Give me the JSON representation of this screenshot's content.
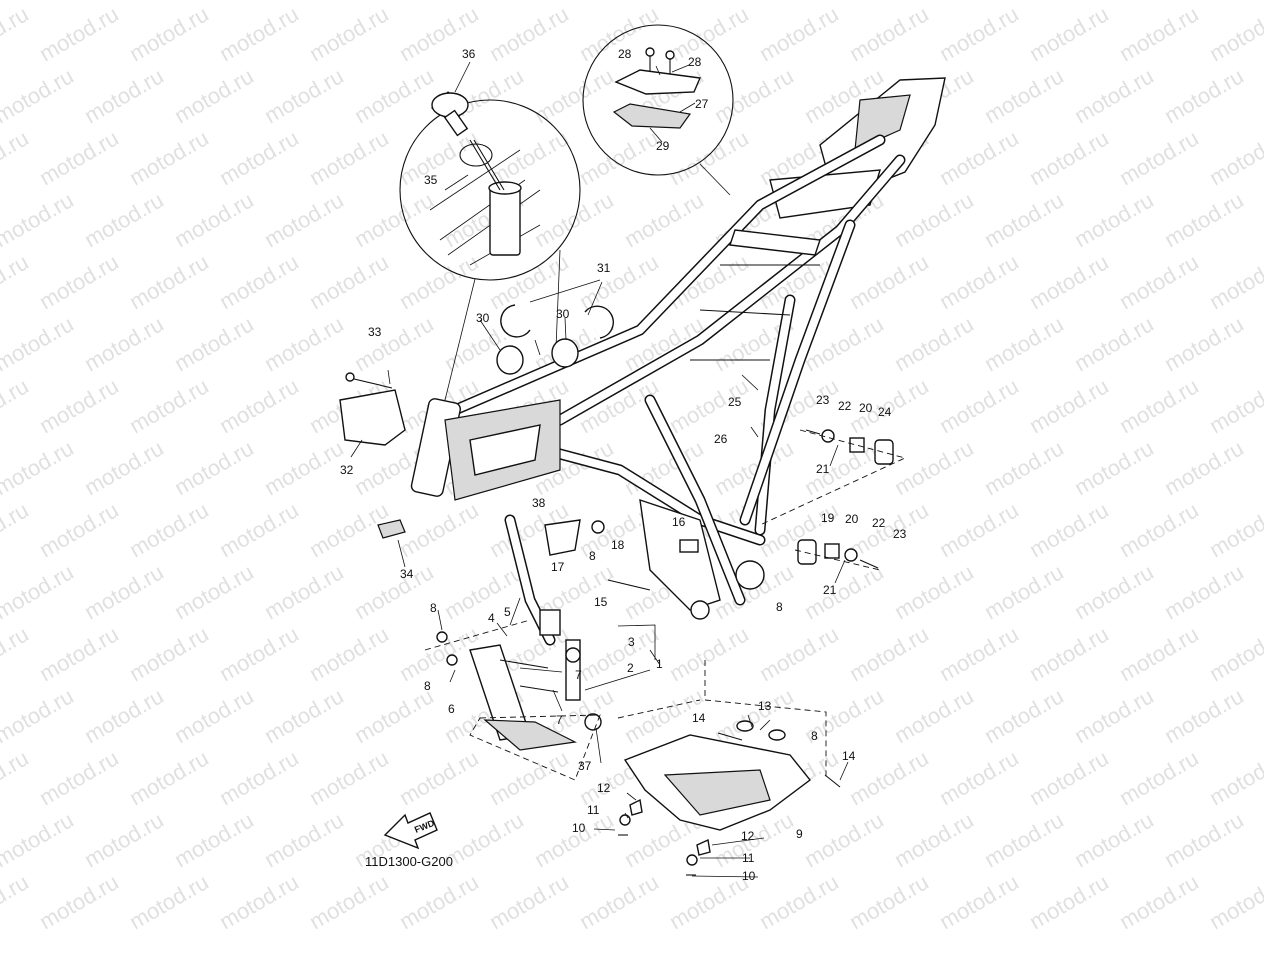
{
  "watermark": {
    "text": "motod.ru"
  },
  "diagram": {
    "code": "11D1300-G200",
    "fwd_label": "FWD",
    "callouts": [
      {
        "id": "c36",
        "text": "36"
      },
      {
        "id": "c35",
        "text": "35"
      },
      {
        "id": "c28a",
        "text": "28"
      },
      {
        "id": "c28b",
        "text": "28"
      },
      {
        "id": "c27",
        "text": "27"
      },
      {
        "id": "c29",
        "text": "29"
      },
      {
        "id": "c31",
        "text": "31"
      },
      {
        "id": "c30a",
        "text": "30"
      },
      {
        "id": "c30b",
        "text": "30"
      },
      {
        "id": "c33",
        "text": "33"
      },
      {
        "id": "c32",
        "text": "32"
      },
      {
        "id": "c38",
        "text": "38"
      },
      {
        "id": "c34",
        "text": "34"
      },
      {
        "id": "c25",
        "text": "25"
      },
      {
        "id": "c26",
        "text": "26"
      },
      {
        "id": "c23a",
        "text": "23"
      },
      {
        "id": "c22a",
        "text": "22"
      },
      {
        "id": "c20a",
        "text": "20"
      },
      {
        "id": "c24",
        "text": "24"
      },
      {
        "id": "c21a",
        "text": "21"
      },
      {
        "id": "c19",
        "text": "19"
      },
      {
        "id": "c20b",
        "text": "20"
      },
      {
        "id": "c22b",
        "text": "22"
      },
      {
        "id": "c23b",
        "text": "23"
      },
      {
        "id": "c21b",
        "text": "21"
      },
      {
        "id": "c16",
        "text": "16"
      },
      {
        "id": "c17",
        "text": "17"
      },
      {
        "id": "c18",
        "text": "18"
      },
      {
        "id": "c8a",
        "text": "8"
      },
      {
        "id": "c15",
        "text": "15"
      },
      {
        "id": "c8b",
        "text": "8"
      },
      {
        "id": "c8c",
        "text": "8"
      },
      {
        "id": "c5",
        "text": "5"
      },
      {
        "id": "c4",
        "text": "4"
      },
      {
        "id": "c3",
        "text": "3"
      },
      {
        "id": "c2",
        "text": "2"
      },
      {
        "id": "c1",
        "text": "1"
      },
      {
        "id": "c7a",
        "text": "7"
      },
      {
        "id": "c8d",
        "text": "8"
      },
      {
        "id": "c6",
        "text": "6"
      },
      {
        "id": "c7b",
        "text": "7"
      },
      {
        "id": "c37",
        "text": "37"
      },
      {
        "id": "c14a",
        "text": "14"
      },
      {
        "id": "c13",
        "text": "13"
      },
      {
        "id": "c8e",
        "text": "8"
      },
      {
        "id": "c14b",
        "text": "14"
      },
      {
        "id": "c12a",
        "text": "12"
      },
      {
        "id": "c11a",
        "text": "11"
      },
      {
        "id": "c10a",
        "text": "10"
      },
      {
        "id": "c9",
        "text": "9"
      },
      {
        "id": "c12b",
        "text": "12"
      },
      {
        "id": "c11b",
        "text": "11"
      },
      {
        "id": "c10b",
        "text": "10"
      }
    ]
  }
}
